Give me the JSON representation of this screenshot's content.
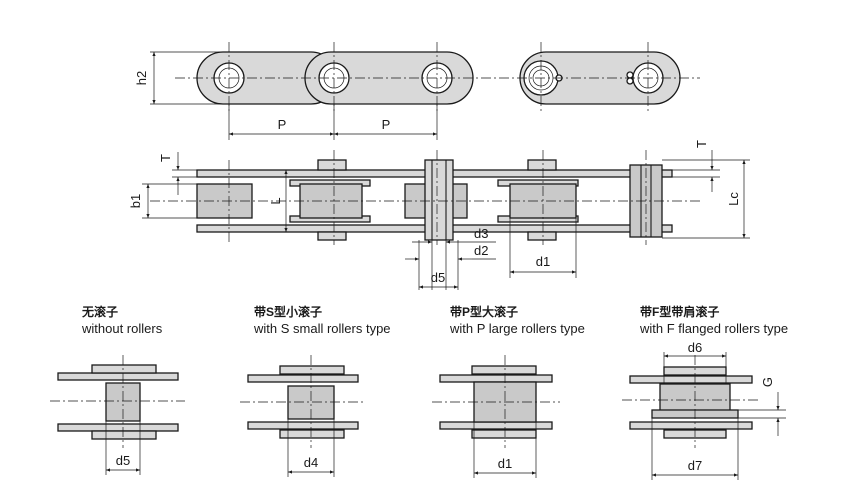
{
  "dimensions": {
    "pitch": "P",
    "plate_height": "h2",
    "plate_thickness": "T",
    "inner_width": "b1",
    "pin_length": "L",
    "pin_length_cotter": "Lc",
    "pin_diameter": "d2",
    "bush_diameter": "d3",
    "large_roller_diameter": "d1",
    "hollow_pin_diameter": "d5",
    "small_roller_diameter": "d4",
    "flange_roller_diameter": "d6",
    "flange_diameter": "d7",
    "flange_thickness": "G"
  },
  "variants": [
    {
      "label_cn": "无滚子",
      "label_en": "without rollers",
      "dim": "d5"
    },
    {
      "label_cn": "带S型小滚子",
      "label_en": "with S small  rollers type",
      "dim": "d4"
    },
    {
      "label_cn": "带P型大滚子",
      "label_en": "with P large rollers type",
      "dim": "d1"
    },
    {
      "label_cn": "带F型带肩滚子",
      "label_en": "with F flanged rollers type",
      "dim": "d7",
      "dim_top": "d6",
      "dim_side": "G"
    }
  ],
  "colors": {
    "line": "#1a1a1a",
    "plate_fill": "#d9d9d9",
    "roller_fill": "#c9c9c9"
  }
}
